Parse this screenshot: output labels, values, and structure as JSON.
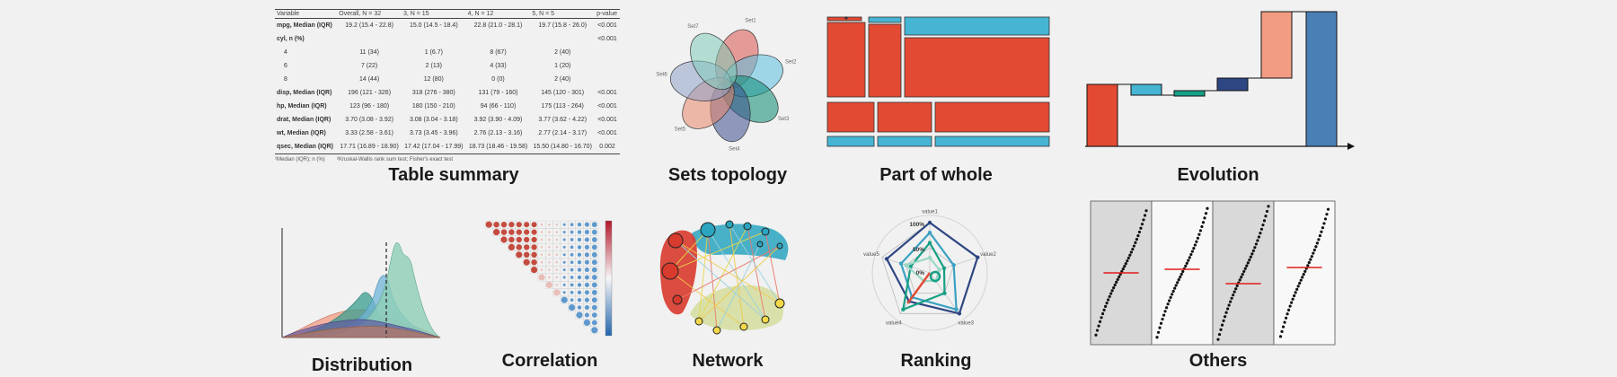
{
  "captions": {
    "table_summary": "Table summary",
    "sets_topology": "Sets topology",
    "part_of_whole": "Part of whole",
    "evolution": "Evolution",
    "distribution": "Distribution",
    "correlation": "Correlation",
    "network": "Network",
    "ranking": "Ranking",
    "others": "Others"
  },
  "summary_table": {
    "headers": [
      "Variable",
      "Overall, N = 32",
      "3, N = 15",
      "4, N = 12",
      "5, N = 5",
      "p-value"
    ],
    "rows": [
      {
        "label": "mpg, Median (IQR)",
        "type": "lbl",
        "cells": [
          "19.2 (15.4 - 22.8)",
          "15.0 (14.5 - 18.4)",
          "22.8 (21.0 - 28.1)",
          "19.7 (15.8 - 26.0)",
          "<0.001"
        ]
      },
      {
        "label": "cyl, n (%)",
        "type": "lbl",
        "cells": [
          "",
          "",
          "",
          "",
          "<0.001"
        ]
      },
      {
        "label": "4",
        "type": "sub",
        "cells": [
          "11 (34)",
          "1 (6.7)",
          "8 (67)",
          "2 (40)",
          ""
        ]
      },
      {
        "label": "6",
        "type": "sub",
        "cells": [
          "7 (22)",
          "2 (13)",
          "4 (33)",
          "1 (20)",
          ""
        ]
      },
      {
        "label": "8",
        "type": "sub",
        "cells": [
          "14 (44)",
          "12 (80)",
          "0 (0)",
          "2 (40)",
          ""
        ]
      },
      {
        "label": "disp, Median (IQR)",
        "type": "lbl",
        "cells": [
          "196 (121 - 326)",
          "318 (276 - 380)",
          "131 (79 - 160)",
          "145 (120 - 301)",
          "<0.001"
        ]
      },
      {
        "label": "hp, Median (IQR)",
        "type": "lbl",
        "cells": [
          "123 (96 - 180)",
          "180 (150 - 210)",
          "94 (66 - 110)",
          "175 (113 - 264)",
          "<0.001"
        ]
      },
      {
        "label": "drat, Median (IQR)",
        "type": "lbl",
        "cells": [
          "3.70 (3.08 - 3.92)",
          "3.08 (3.04 - 3.18)",
          "3.92 (3.90 - 4.09)",
          "3.77 (3.62 - 4.22)",
          "<0.001"
        ]
      },
      {
        "label": "wt, Median (IQR)",
        "type": "lbl",
        "cells": [
          "3.33 (2.58 - 3.61)",
          "3.73 (3.45 - 3.96)",
          "2.76 (2.13 - 3.16)",
          "2.77 (2.14 - 3.17)",
          "<0.001"
        ]
      },
      {
        "label": "qsec, Median (IQR)",
        "type": "lbl",
        "cells": [
          "17.71 (16.89 - 18.90)",
          "17.42 (17.04 - 17.99)",
          "18.73 (18.46 - 19.58)",
          "15.50 (14.80 - 16.70)",
          "0.002"
        ]
      }
    ],
    "footnote_1": "¹Median (IQR); n (%)",
    "footnote_2": "²Kruskal-Wallis rank sum test; Fisher's exact test"
  },
  "sets": {
    "labels": [
      "Set1",
      "Set2",
      "Set3",
      "Set4",
      "Set5",
      "Set6",
      "Set7"
    ],
    "colors": [
      "#d9534f",
      "#5bc0de",
      "#0a8a72",
      "#3a4f8c",
      "#e8876a",
      "#8fa3c8",
      "#7fcab8"
    ]
  },
  "radar": {
    "axes": [
      "value1",
      "value2",
      "value3",
      "value4",
      "value5"
    ],
    "ring_labels": [
      "100%",
      "50%",
      "0%"
    ]
  },
  "colors": {
    "red": "#e24a33",
    "cyan": "#45b5d3",
    "teal": "#17a085",
    "navy": "#2e4682",
    "salmon": "#f39c84",
    "steel": "#4a7fb5",
    "panel_gray": "#d9d9d9"
  }
}
